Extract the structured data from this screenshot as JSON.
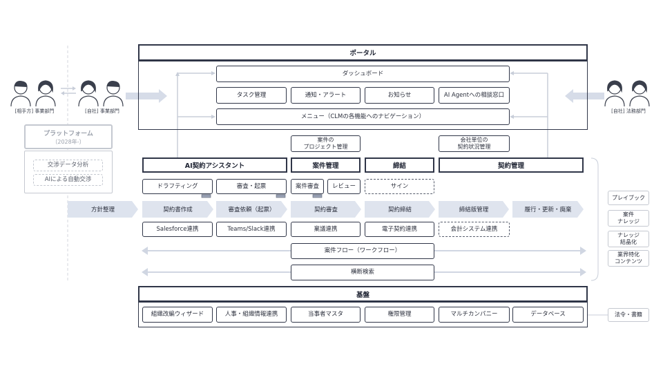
{
  "colors": {
    "navy": "#2f3547",
    "chevron": "#dfe4ee",
    "arrow": "#d6dce8",
    "muted": "#9aa0ab"
  },
  "actors": {
    "left_counterparty": "[相手方] 事業部門",
    "left_own": "[自社] 事業部門",
    "right_legal": "[自社] 法務部門"
  },
  "platform": {
    "title": "プラットフォーム",
    "subtitle": "（2028年-）",
    "items": [
      "交渉データ分析",
      "AIによる自動交渉"
    ]
  },
  "portal": {
    "title": "ポータル",
    "dashboard": "ダッシュボード",
    "row": [
      "タスク管理",
      "通知・アラート",
      "お知らせ",
      "AI Agentへの相談窓口"
    ],
    "menu": "メニュー（CLMの各機能へのナビゲーション）"
  },
  "floating": {
    "project": "案件の\nプロジェクト管理",
    "company": "会社単位の\n契約状況管理"
  },
  "columns": {
    "ai": "AI契約アシスタント",
    "case": "案件管理",
    "sign": "締結",
    "contract": "契約管理"
  },
  "tools": {
    "drafting": "ドラフティング",
    "review_request": "審査・起票",
    "case_review": "案件審査",
    "review": "レビュー",
    "sign": "サイン"
  },
  "flow": {
    "policy": "方針整理",
    "steps": [
      "契約書作成",
      "審査依頼（起票）",
      "契約審査",
      "契約締結",
      "締結版管理",
      "履行・更新・廃棄"
    ]
  },
  "integrations": {
    "salesforce": "Salesforce連携",
    "teams": "Teams/Slack連携",
    "ringi": "稟議連携",
    "esign": "電子契約連携",
    "accounting": "会計システム連携"
  },
  "cross": {
    "workflow": "案件フロー（ワークフロー）",
    "search": "横断検索"
  },
  "foundation": {
    "title": "基盤",
    "items": [
      "組織改編ウィザード",
      "人事・組織情報連携",
      "当事者マスタ",
      "権限管理",
      "マルチカンパニー",
      "データベース"
    ]
  },
  "knowledge": {
    "items": [
      "プレイブック",
      "案件\nナレッジ",
      "ナレッジ\n結晶化",
      "業界特化\nコンテンツ"
    ],
    "law": "法令・書籍"
  }
}
